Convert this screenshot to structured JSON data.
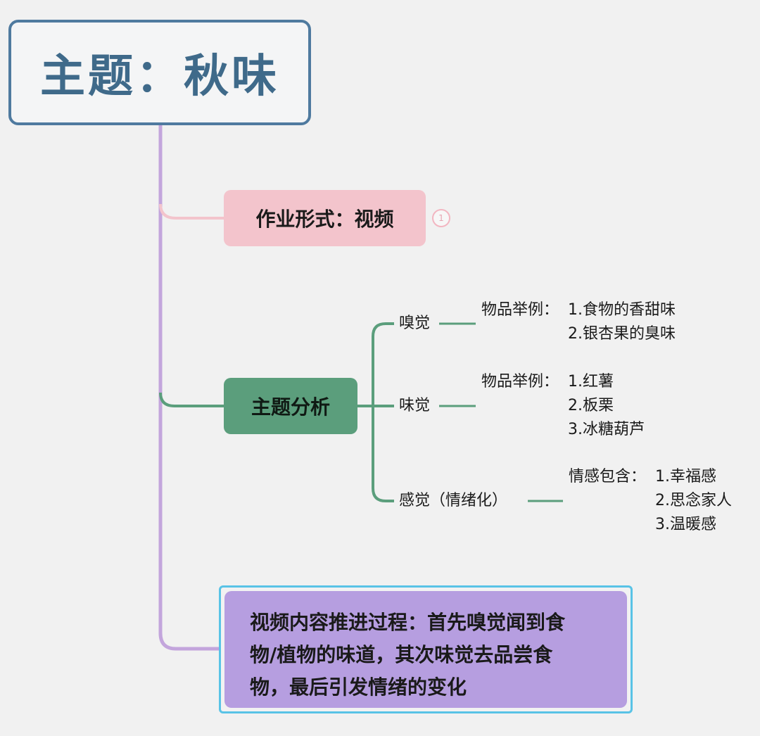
{
  "root": {
    "title": "主题：秋味"
  },
  "branches": {
    "format": {
      "label": "作业形式：视频",
      "badge": "1"
    },
    "analysis": {
      "label": "主题分析",
      "children": [
        {
          "label": "嗅觉",
          "prefix": "物品举例：",
          "items": [
            "1.食物的香甜味",
            "2.银杏果的臭味"
          ]
        },
        {
          "label": "味觉",
          "prefix": "物品举例：",
          "items": [
            "1.红薯",
            "2.板栗",
            "3.冰糖葫芦"
          ]
        },
        {
          "label": "感觉（情绪化）",
          "prefix": "情感包含：",
          "items": [
            "1.幸福感",
            "2.思念家人",
            "3.温暖感"
          ]
        }
      ]
    },
    "process": {
      "lines": [
        "视频内容推进过程：首先嗅觉闻到食",
        "物/植物的味道，其次味觉去品尝食",
        "物，最后引发情绪的变化"
      ]
    }
  },
  "colors": {
    "root_border": "#4f7a9f",
    "root_text": "#3f6a8a",
    "main_line": "#c3a5dc",
    "pink_fill": "#f3c4cc",
    "green_fill": "#5b9e7c",
    "green_line": "#5b9e7c",
    "purple_fill": "#b69ee0",
    "purple_border": "#59c3e6",
    "background": "#f1f1f1"
  }
}
